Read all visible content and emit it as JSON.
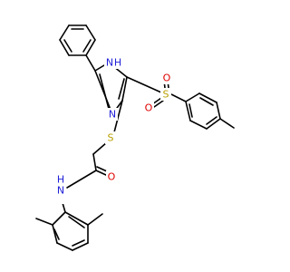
{
  "molecule": {
    "colors": {
      "carbon": "#000000",
      "nitrogen": "#1f1fd9",
      "oxygen": "#e00000",
      "sulfur": "#b8a000"
    },
    "labels": {
      "nh_ring": "H",
      "nh_ring_n": "N",
      "n_ring": "N",
      "s_thio": "S",
      "s_sulfonyl": "S",
      "o_sulfonyl_1": "O",
      "o_sulfonyl_2": "O",
      "o_carbonyl": "O",
      "nh_amide_n": "N",
      "nh_amide_h": "H"
    }
  }
}
